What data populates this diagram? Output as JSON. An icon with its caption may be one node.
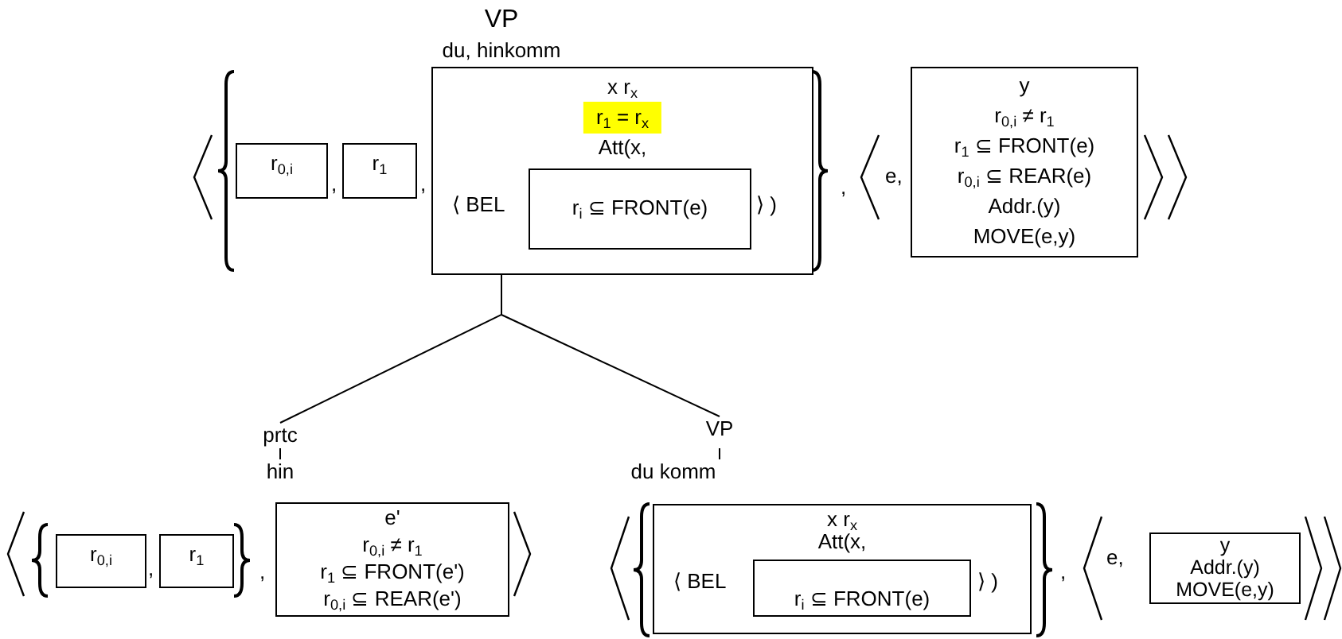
{
  "diagram": {
    "nodes": [
      {
        "text": [
          "VP",
          "du, hinkomm"
        ]
      },
      {
        "text": [
          "r$_{0,i}$"
        ]
      },
      {
        "text": [
          "r$_{1}$"
        ]
      },
      {
        "text": [
          "x r$_{x}$",
          "r$_{1}$ = r$_{x}$",
          "Att(x,",
          "⟨ BEL",
          "⟩ )"
        ]
      },
      {
        "text": [
          "r$_{i}$ ⊆ FRONT(e)"
        ],
        "in": 3
      },
      {
        "text": [
          "y",
          "r$_{0,i}$ ≠ r$_{1}$",
          "r$_{1}$ ⊆ FRONT(e)",
          "r$_{0,i}$ ⊆ REAR(e)",
          "Addr.(y)",
          "MOVE(e,y)"
        ]
      },
      {
        "text": [
          "prtc"
        ]
      },
      {
        "text": [
          "VP"
        ]
      },
      {
        "text": [
          "hin"
        ]
      },
      {
        "text": [
          "du komm"
        ]
      },
      {
        "text": [
          "r$_{0,i}$"
        ]
      },
      {
        "text": [
          "r$_{1}$"
        ]
      },
      {
        "text": [
          "e'",
          "r$_{0,i}$ ≠ r$_{1}$",
          "r$_{1}$ ⊆ FRONT(e')",
          "r$_{0,i}$ ⊆ REAR(e')"
        ]
      },
      {
        "text": [
          "x r$_{x}$",
          "Att(x,",
          "⟨ BEL",
          "⟩ )"
        ]
      },
      {
        "text": [
          "r$_{i}$ ⊆ FRONT(e)"
        ],
        "in": 13
      },
      {
        "text": [
          "y",
          "Addr.(y)",
          "MOVE(e,y)"
        ]
      }
    ],
    "edges": [
      {
        "from": 3,
        "to": 6,
        "arrow": "none"
      },
      {
        "from": 3,
        "to": 7,
        "arrow": "none"
      },
      {
        "from": 6,
        "to": 8,
        "arrow": "none"
      },
      {
        "from": 7,
        "to": 9,
        "arrow": "none"
      }
    ],
    "labels": [
      ",",
      ",",
      ",",
      "e,",
      ",",
      ",",
      ",",
      "e,"
    ]
  }
}
